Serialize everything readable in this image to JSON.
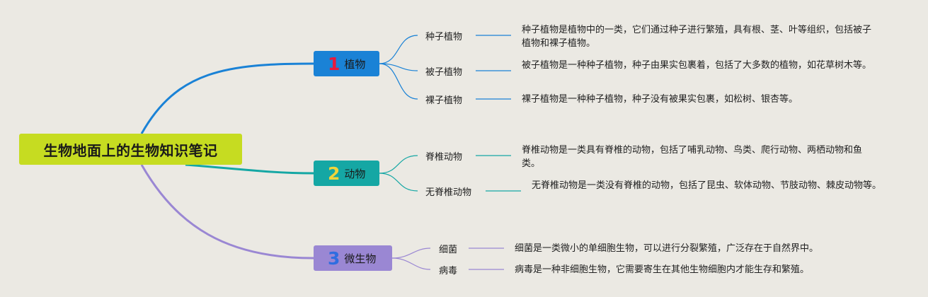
{
  "root": {
    "title": "生物地面上的生物知识笔记"
  },
  "branches": [
    {
      "num": "1",
      "label": "植物",
      "color": "#1a82d6",
      "children": [
        {
          "label": "种子植物",
          "desc": "种子植物是植物中的一类，它们通过种子进行繁殖，具有根、茎、叶等组织，包括被子植物和裸子植物。"
        },
        {
          "label": "被子植物",
          "desc": "被子植物是一种种子植物，种子由果实包裹着，包括了大多数的植物，如花草树木等。"
        },
        {
          "label": "裸子植物",
          "desc": "裸子植物是一种种子植物，种子没有被果实包裹，如松树、银杏等。"
        }
      ]
    },
    {
      "num": "2",
      "label": "动物",
      "color": "#15a7a4",
      "children": [
        {
          "label": "脊椎动物",
          "desc": "脊椎动物是一类具有脊椎的动物，包括了哺乳动物、鸟类、爬行动物、两栖动物和鱼类。"
        },
        {
          "label": "无脊椎动物",
          "desc": "无脊椎动物是一类没有脊椎的动物，包括了昆虫、软体动物、节肢动物、棘皮动物等。"
        }
      ]
    },
    {
      "num": "3",
      "label": "微生物",
      "color": "#9a87d3",
      "children": [
        {
          "label": "细菌",
          "desc": "细菌是一类微小的单细胞生物，可以进行分裂繁殖，广泛存在于自然界中。"
        },
        {
          "label": "病毒",
          "desc": "病毒是一种非细胞生物，它需要寄生在其他生物细胞内才能生存和繁殖。"
        }
      ]
    }
  ]
}
